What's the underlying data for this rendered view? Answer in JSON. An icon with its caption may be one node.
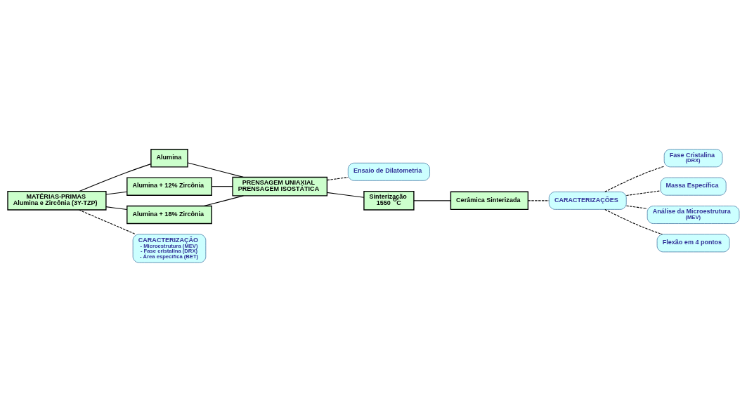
{
  "diagram": {
    "nodes": [
      {
        "text": [
          "MATÉRIAS-PRIMAS",
          "Alumina e Zircônia (3Y-TZP)"
        ]
      },
      {
        "text": [
          "Alumina"
        ]
      },
      {
        "text": [
          "Alumina + 12% Zircônia"
        ]
      },
      {
        "text": [
          "Alumina + 18% Zircônia"
        ]
      },
      {
        "text": [
          "PRENSAGEM UNIAXIAL",
          "PRENSAGEM ISOSTÁTICA"
        ]
      },
      {
        "text": [
          "CARACTERIZAÇÃO",
          "- Microestrutura (MEV)",
          "- Fase cristalina (DRX)",
          "- Área específica (BET)"
        ]
      },
      {
        "text": [
          "Ensaio de Dilatometria"
        ]
      },
      {
        "text": [
          "Sinterização",
          "1550 $^{o}$C"
        ]
      },
      {
        "text": [
          "Cerâmica Sinterizada"
        ]
      },
      {
        "text": [
          "CARACTERIZAÇÕES"
        ]
      },
      {
        "text": [
          "Fase Cristalina",
          "(DRX)"
        ]
      },
      {
        "text": [
          "Massa Específica"
        ]
      },
      {
        "text": [
          "Análise da Microestrutura",
          "(MEV)"
        ]
      },
      {
        "text": [
          "Flexão em 4 pontos"
        ]
      }
    ],
    "edges": [
      {
        "from": 0,
        "to": 1,
        "arrow": "none"
      },
      {
        "from": 0,
        "to": 2,
        "arrow": "none"
      },
      {
        "from": 0,
        "to": 3,
        "arrow": "none"
      },
      {
        "from": 1,
        "to": 4,
        "arrow": "none"
      },
      {
        "from": 2,
        "to": 4,
        "arrow": "none"
      },
      {
        "from": 3,
        "to": 4,
        "arrow": "none"
      },
      {
        "from": 0,
        "to": 5,
        "arrow": "none",
        "style": "dashed"
      },
      {
        "from": 4,
        "to": 6,
        "arrow": "none",
        "style": "dashed"
      },
      {
        "from": 4,
        "to": 7,
        "arrow": "none"
      },
      {
        "from": 7,
        "to": 8,
        "arrow": "none"
      },
      {
        "from": 8,
        "to": 9,
        "arrow": "none",
        "style": "dashed"
      },
      {
        "from": 9,
        "to": 10,
        "arrow": "none",
        "style": "dashed"
      },
      {
        "from": 9,
        "to": 11,
        "arrow": "none",
        "style": "dashed"
      },
      {
        "from": 9,
        "to": 12,
        "arrow": "none",
        "style": "dashed"
      },
      {
        "from": 9,
        "to": 13,
        "arrow": "none",
        "style": "dashed"
      }
    ]
  }
}
